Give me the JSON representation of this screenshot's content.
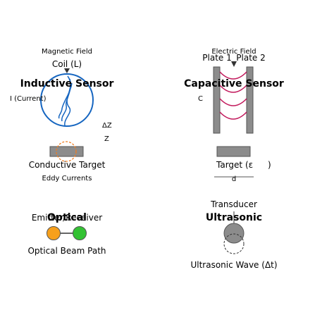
{
  "inductive": {
    "field_label": "Magnetic Field",
    "coil_label": "Coil (L)",
    "title": "Inductive Sensor",
    "current_label": "I (Current)",
    "dz_label": "ΔZ",
    "z_label": "Z",
    "target_label": "Conductive Target",
    "eddy_label": "Eddy Currents"
  },
  "capacitive": {
    "field_label": "Electric Field",
    "plate1_label": "Plate 1",
    "plate2_label": "Plate 2",
    "title": "Capacitive Sensor",
    "c_label": "C",
    "target_label": "Target (ε",
    "target_label_end": ")",
    "d_label": "d"
  },
  "optical": {
    "emitter_receiver_label": "Emitter/Receiver",
    "title": "Optical",
    "beam_label": "Optical Beam Path",
    "colors": {
      "emitter": "#f7a01c",
      "receiver": "#33c233"
    }
  },
  "ultrasonic": {
    "transducer_label": "Transducer",
    "title": "Ultrasonic",
    "wave_label": "Ultrasonic Wave (Δt)"
  },
  "colors": {
    "coil": "#1565c0",
    "eddy": "#ef7d22",
    "field_lines": "#c2185b",
    "plate": "#8c8c8c",
    "plate_stroke": "#555555"
  }
}
